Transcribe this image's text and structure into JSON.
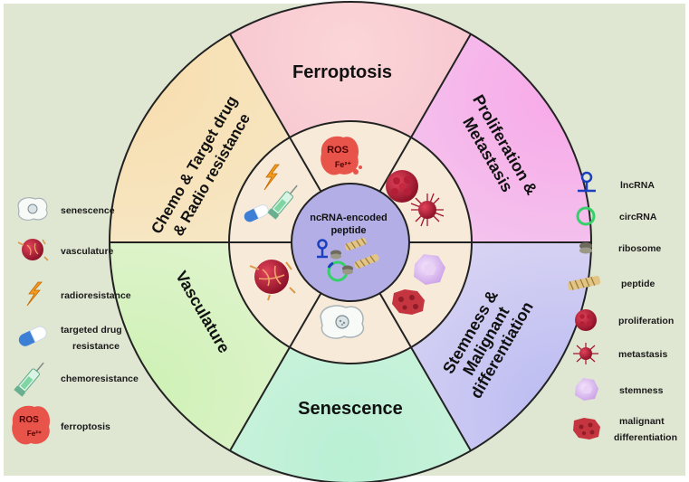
{
  "center": {
    "line1": "ncRNA-encoded",
    "line2": "peptide"
  },
  "sectors": {
    "ferroptosis": "Ferroptosis",
    "proliferation": [
      "Proliferation &",
      "Metastasis"
    ],
    "stemness": [
      "Stemness &",
      "Malignant",
      "differentiation"
    ],
    "senescence": "Senescence",
    "vasculature": "Vasculature",
    "chemo": [
      "Chemo & Target drug",
      "& Radio resistance"
    ]
  },
  "ros_badge": {
    "ros": "ROS",
    "fe": "Fe²⁺"
  },
  "legend_left": [
    {
      "icon": "senescent-cell-icon",
      "label": "senescence"
    },
    {
      "icon": "vasculature-icon",
      "label": "vasculature"
    },
    {
      "icon": "lightning-icon",
      "label": "radioresistance"
    },
    {
      "icon": "capsule-icon",
      "label": [
        "targeted drug",
        "resistance"
      ]
    },
    {
      "icon": "syringe-icon",
      "label": "chemoresistance"
    },
    {
      "icon": "ros-cell-icon",
      "label": "ferroptosis"
    }
  ],
  "legend_right": [
    {
      "icon": "lncrna-icon",
      "label": "lncRNA"
    },
    {
      "icon": "circrna-icon",
      "label": "circRNA"
    },
    {
      "icon": "ribosome-icon",
      "label": "ribosome"
    },
    {
      "icon": "peptide-icon",
      "label": "peptide"
    },
    {
      "icon": "proliferation-cell-icon",
      "label": "proliferation"
    },
    {
      "icon": "metastasis-cell-icon",
      "label": "metastasis"
    },
    {
      "icon": "stem-cell-icon",
      "label": "stemness"
    },
    {
      "icon": "malignant-cell-icon",
      "label": [
        "malignant",
        "differentiation"
      ]
    }
  ],
  "colors": {
    "background": "#dfe6d2",
    "ferroptosis": "#f6c6cf",
    "proliferation": "#f5b4ea",
    "stemness": "#cbc9f2",
    "senescence": "#c6f1d8",
    "vasculature": "#d4f2bf",
    "chemo": "#f7e4b6",
    "middle_ring": "#f7ead8",
    "center": "#b3aee6"
  }
}
